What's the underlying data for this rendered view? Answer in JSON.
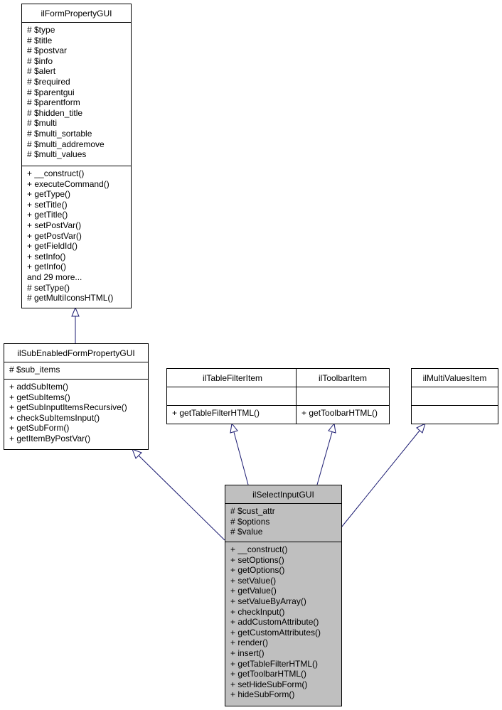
{
  "classes": [
    {
      "id": "ilFormPropertyGUI",
      "name": "ilFormPropertyGUI",
      "attributes": [
        "# $type",
        "# $title",
        "# $postvar",
        "# $info",
        "# $alert",
        "# $required",
        "# $parentgui",
        "# $parentform",
        "# $hidden_title",
        "# $multi",
        "# $multi_sortable",
        "# $multi_addremove",
        "# $multi_values"
      ],
      "operations": [
        "+ __construct()",
        "+ executeCommand()",
        "+ getType()",
        "+ setTitle()",
        "+ getTitle()",
        "+ setPostVar()",
        "+ getPostVar()",
        "+ getFieldId()",
        "+ setInfo()",
        "+ getInfo()",
        "and 29 more...",
        "# setType()",
        "# getMultiIconsHTML()"
      ]
    },
    {
      "id": "ilSubEnabledFormPropertyGUI",
      "name": "ilSubEnabledFormPropertyGUI",
      "attributes": [
        "# $sub_items"
      ],
      "operations": [
        "+ addSubItem()",
        "+ getSubItems()",
        "+ getSubInputItemsRecursive()",
        "+ checkSubItemsInput()",
        "+ getSubForm()",
        "+ getItemByPostVar()"
      ]
    },
    {
      "id": "ilTableFilterItem",
      "name": "ilTableFilterItem",
      "attributes": [],
      "operations": [
        "+ getTableFilterHTML()"
      ]
    },
    {
      "id": "ilToolbarItem",
      "name": "ilToolbarItem",
      "attributes": [],
      "operations": [
        "+ getToolbarHTML()"
      ]
    },
    {
      "id": "ilMultiValuesItem",
      "name": "ilMultiValuesItem",
      "attributes": [],
      "operations": []
    },
    {
      "id": "ilSelectInputGUI",
      "name": "ilSelectInputGUI",
      "highlight": true,
      "attributes": [
        "# $cust_attr",
        "# $options",
        "# $value"
      ],
      "operations": [
        "+ __construct()",
        "+ setOptions()",
        "+ getOptions()",
        "+ setValue()",
        "+ getValue()",
        "+ setValueByArray()",
        "+ checkInput()",
        "+ addCustomAttribute()",
        "+ getCustomAttributes()",
        "+ render()",
        "+ insert()",
        "+ getTableFilterHTML()",
        "+ getToolbarHTML()",
        "+ setHideSubForm()",
        "+ hideSubForm()"
      ]
    }
  ],
  "colors": {
    "edge": "#191970",
    "highlight": "#bfbfbf"
  }
}
